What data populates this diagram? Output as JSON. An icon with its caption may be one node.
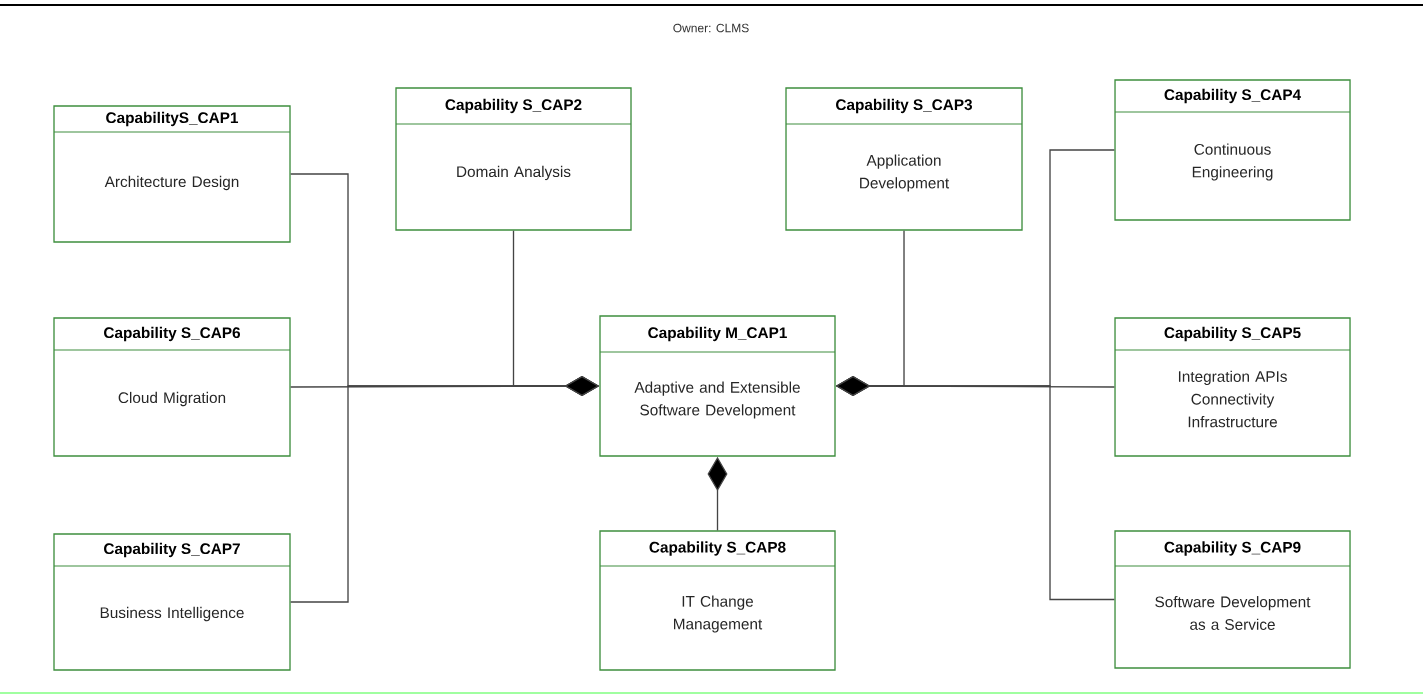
{
  "diagram": {
    "title": "Owner: CLMS",
    "nodes": [
      {
        "text": [
          "CapabilityS_CAP1",
          "Architecture Design"
        ]
      },
      {
        "text": [
          "Capability S_CAP2",
          "Domain Analysis"
        ]
      },
      {
        "text": [
          "Capability S_CAP3",
          "Application Development"
        ]
      },
      {
        "text": [
          "Capability S_CAP4",
          "Continuous Engineering"
        ]
      },
      {
        "text": [
          "Capability S_CAP6",
          "Cloud Migration"
        ]
      },
      {
        "text": [
          "Capability M_CAP1",
          "Adaptive and Extensible Software Development"
        ]
      },
      {
        "text": [
          "Capability S_CAP5",
          "Integration APIs Connectivity Infrastructure"
        ]
      },
      {
        "text": [
          "Capability S_CAP7",
          "Business Intelligence"
        ]
      },
      {
        "text": [
          "Capability S_CAP8",
          "IT Change Management"
        ]
      },
      {
        "text": [
          "Capability S_CAP9",
          "Software Development as a Service"
        ]
      }
    ],
    "edges": [
      {
        "from": 0,
        "to": 5,
        "arrow": "other"
      },
      {
        "from": 1,
        "to": 5,
        "arrow": "other"
      },
      {
        "from": 2,
        "to": 5,
        "arrow": "other"
      },
      {
        "from": 3,
        "to": 5,
        "arrow": "other"
      },
      {
        "from": 4,
        "to": 5,
        "arrow": "other"
      },
      {
        "from": 6,
        "to": 5,
        "arrow": "other"
      },
      {
        "from": 7,
        "to": 5,
        "arrow": "other"
      },
      {
        "from": 8,
        "to": 5,
        "arrow": "other"
      },
      {
        "from": 9,
        "to": 5,
        "arrow": "other"
      }
    ]
  }
}
